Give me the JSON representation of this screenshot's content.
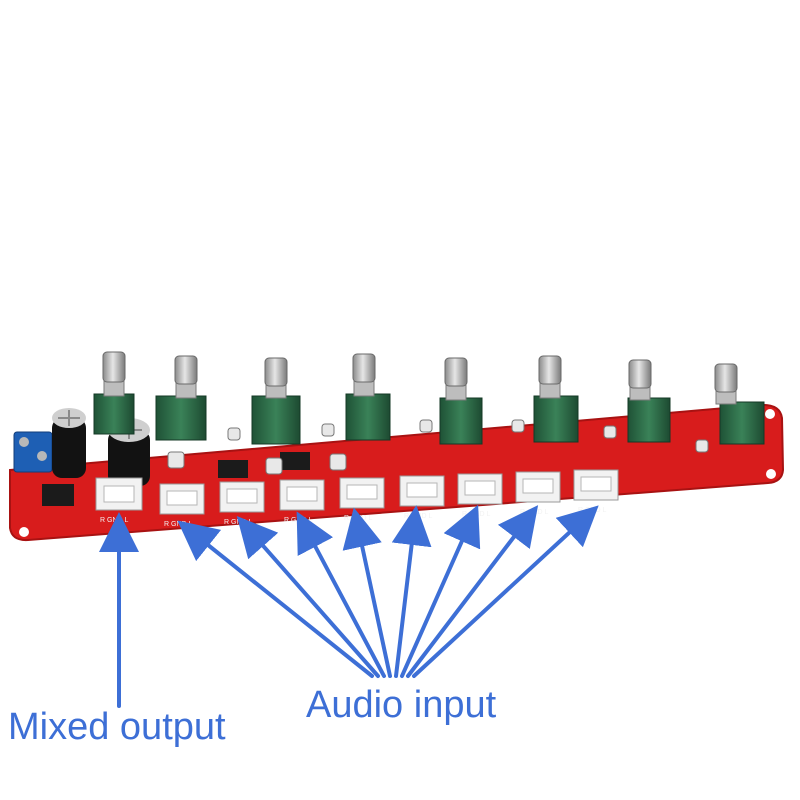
{
  "labels": {
    "mixed_output": "Mixed output",
    "audio_input": "Audio input"
  },
  "board": {
    "connector_pins": [
      "R",
      "GND",
      "L"
    ],
    "input_channels": 8,
    "output_channels": 1,
    "potentiometer_count": 8,
    "colors": {
      "pcb": "#d81c1c",
      "pot_body": "#2f6f4a",
      "knob": "#c9c9c9",
      "connector": "#f2f2f2",
      "terminal_block": "#1e5fb4",
      "arrow": "#3d6fd6"
    }
  }
}
